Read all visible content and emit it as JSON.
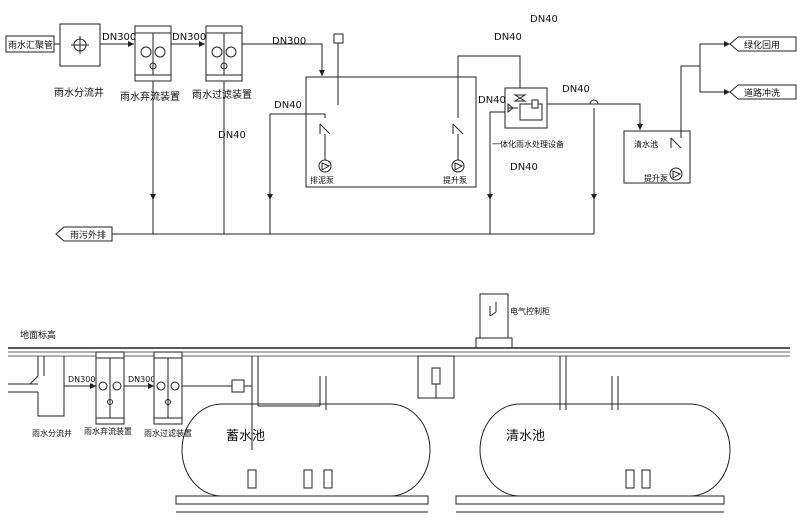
{
  "flow": {
    "inlet_label": "雨水汇聚管",
    "dn300_a": "DN300",
    "dn300_b": "DN300",
    "dn300_c": "DN300",
    "diversion_well": "雨水分流井",
    "discard_device": "雨水弃流装置",
    "filter_device": "雨水过滤装置",
    "dn40_left": "DN40",
    "dn40_mid": "DN40",
    "dn40_top1": "DN40",
    "dn40_top2": "DN40",
    "dn40_right": "DN40",
    "dn40_under_box": "DN40",
    "dn40_near_unit": "DN40",
    "sludge_pump": "排泥泵",
    "lift_pump_1": "提升泵",
    "integrated_unit": "一体化雨水处理设备",
    "clear_tank": "清水池",
    "lift_pump_2": "提升泵",
    "outlet_green": "绿化回用",
    "outlet_road": "道路冲洗",
    "sewage_out": "雨污外排"
  },
  "section": {
    "ground_level": "地面标高",
    "dn300_a": "DN300",
    "dn300_b": "DN300",
    "diversion_well": "雨水分流井",
    "discard_device": "雨水弃流装置",
    "filter_device": "雨水过滤装置",
    "control_cabinet": "电气控制柜",
    "storage_tank": "蓄水池",
    "clear_tank": "清水池"
  }
}
